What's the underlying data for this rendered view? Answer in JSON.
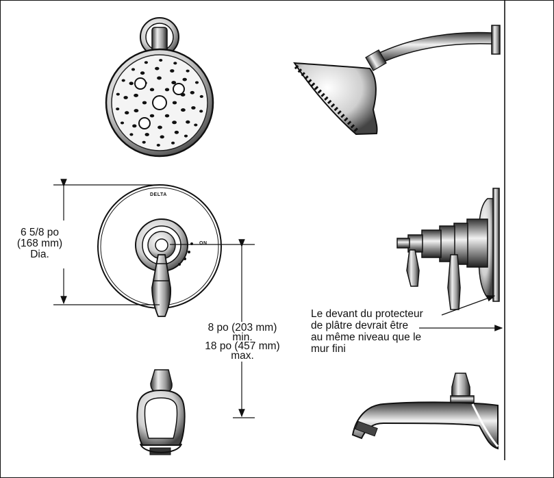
{
  "brand_logo": "DELTA",
  "valve_marker": "ON",
  "labels": {
    "dia_line1": "6 5/8 po",
    "dia_line2": "(168 mm)",
    "dia_line3": "Dia.",
    "height_line1": "8 po (203 mm)",
    "height_line2": "min.",
    "height_line3": "18 po (457 mm)",
    "height_line4": "max.",
    "note_line1": "Le devant du protecteur",
    "note_line2": "de plâtre devrait être",
    "note_line3": "au même niveau que le",
    "note_line4": "mur fini"
  }
}
